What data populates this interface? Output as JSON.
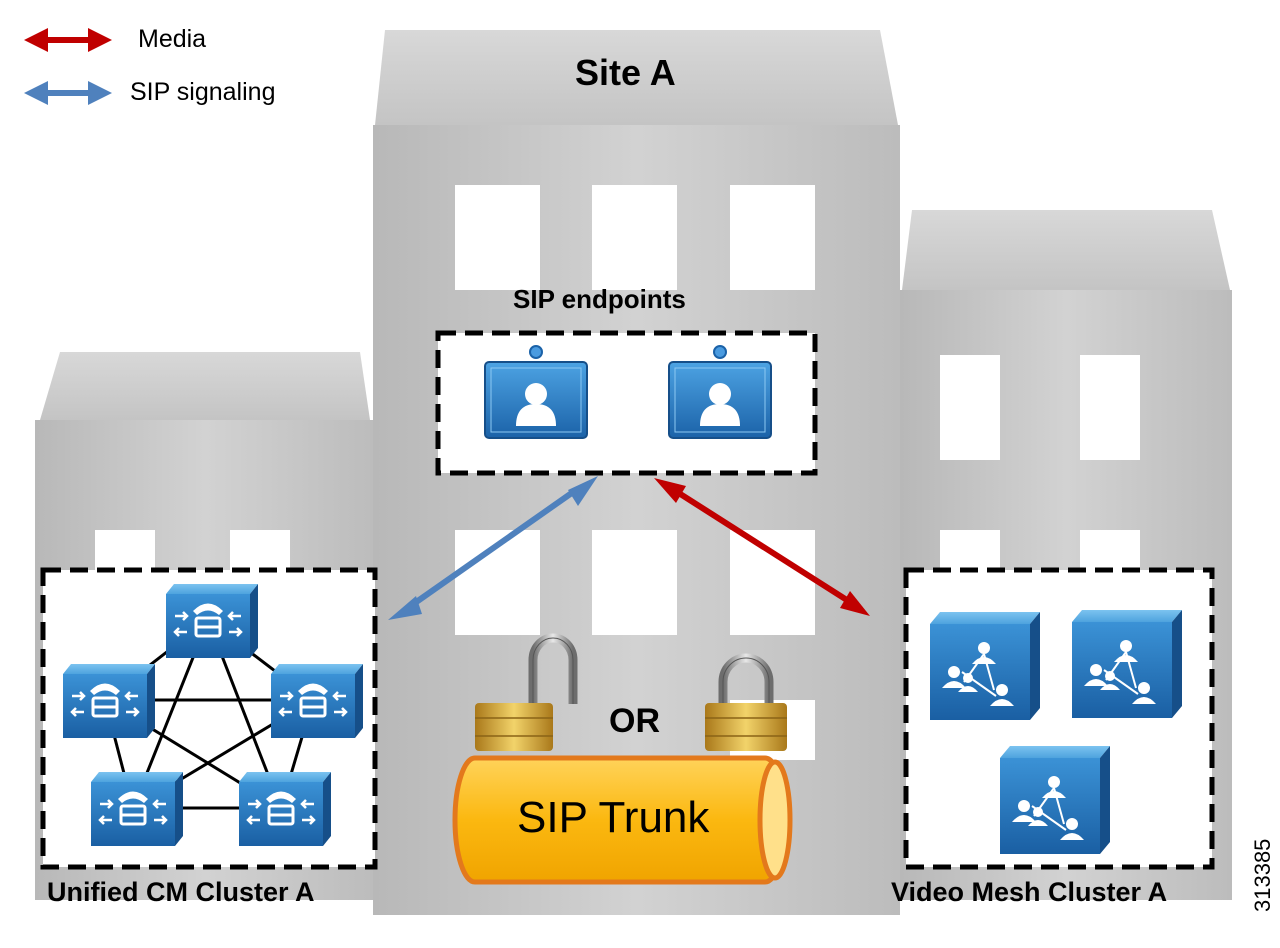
{
  "legend": {
    "media": {
      "label": "Media",
      "color": "#c00000"
    },
    "sip": {
      "label": "SIP signaling",
      "color": "#4f81bd"
    }
  },
  "site": {
    "title": "Site A"
  },
  "endpoints": {
    "label": "SIP endpoints",
    "count": 2
  },
  "ucm": {
    "label": "Unified CM Cluster A",
    "node_count": 5
  },
  "mesh": {
    "label": "Video Mesh Cluster A",
    "node_count": 3
  },
  "trunk": {
    "label": "SIP Trunk",
    "or_label": "OR"
  },
  "figure_id": "313385",
  "colors": {
    "building": "#c8c8c8",
    "window": "#ffffff",
    "device_blue": "#2a78c0",
    "trunk_orange": "#fbb810",
    "trunk_outline": "#e3791c",
    "lock_gold": "#c8961e"
  }
}
